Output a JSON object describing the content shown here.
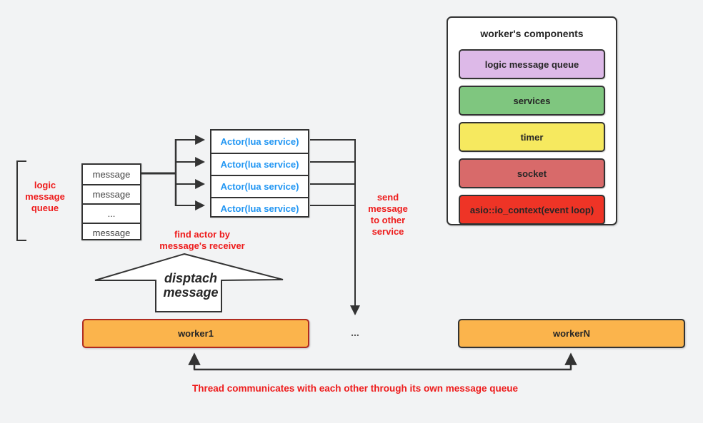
{
  "palette": {
    "bg": "#f2f3f4",
    "line": "#333333",
    "red_text": "#ee1b1b",
    "actor_blue": "#2196f3",
    "box_fill": "#ffffff",
    "worker_fill": "#fbb44c",
    "worker1_border": "#b02b20",
    "workerN_border": "#333333",
    "text_dark": "#262626"
  },
  "components_panel": {
    "title": "worker's components",
    "items": [
      {
        "label": "logic message queue",
        "color": "#ddb9e8"
      },
      {
        "label": "services",
        "color": "#7fc67f"
      },
      {
        "label": "timer",
        "color": "#f6e95f"
      },
      {
        "label": "socket",
        "color": "#d86a6a"
      },
      {
        "label": "asio::io_context(event loop)",
        "color": "#ee3426"
      }
    ]
  },
  "message_queue": {
    "label": "logic\nmessage\nqueue",
    "rows": [
      "message",
      "message",
      "...",
      "message"
    ]
  },
  "actors": {
    "rows": [
      "Actor(lua service)",
      "Actor(lua service)",
      "Actor(lua service)",
      "Actor(lua service)"
    ]
  },
  "annotations": {
    "find_actor": "find actor by\nmessage's receiver",
    "dispatch": "disptach\nmessage",
    "send_message": "send\nmessage\nto other\nservice",
    "thread_comm": "Thread communicates with each other through its own message queue",
    "workers_ellipsis": "..."
  },
  "workers": [
    {
      "label": "worker1"
    },
    {
      "label": "workerN"
    }
  ]
}
